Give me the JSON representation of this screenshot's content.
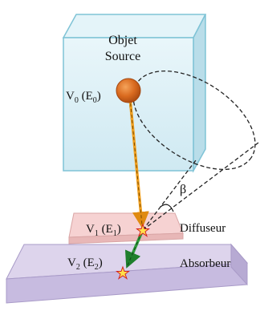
{
  "source_box": {
    "title_line1": "Objet",
    "title_line2": "Source",
    "fill_color": "#dcf0f6",
    "edge_color": "#7fc3d6"
  },
  "source_particle": {
    "label_main": "V",
    "label_sub": "0",
    "label_paren_open": " (E",
    "label_paren_sub": "0",
    "label_paren_close": ")",
    "color": "#d96a1f"
  },
  "scatterer": {
    "name": "Diffuseur",
    "label_main": "V",
    "label_sub": "1",
    "label_paren_open": " (E",
    "label_paren_sub": "1",
    "label_paren_close": ")",
    "color": "#f2c9c9"
  },
  "absorber": {
    "name": "Absorbeur",
    "label_main": "V",
    "label_sub": "2",
    "label_paren_open": " (E",
    "label_paren_sub": "2",
    "label_paren_close": ")",
    "color": "#d5cce6"
  },
  "angle": {
    "symbol": "β"
  },
  "trajectory": {
    "incident_color": "#f0a020",
    "scattered_color": "#2e9a3a",
    "cone_style": "dashed"
  }
}
